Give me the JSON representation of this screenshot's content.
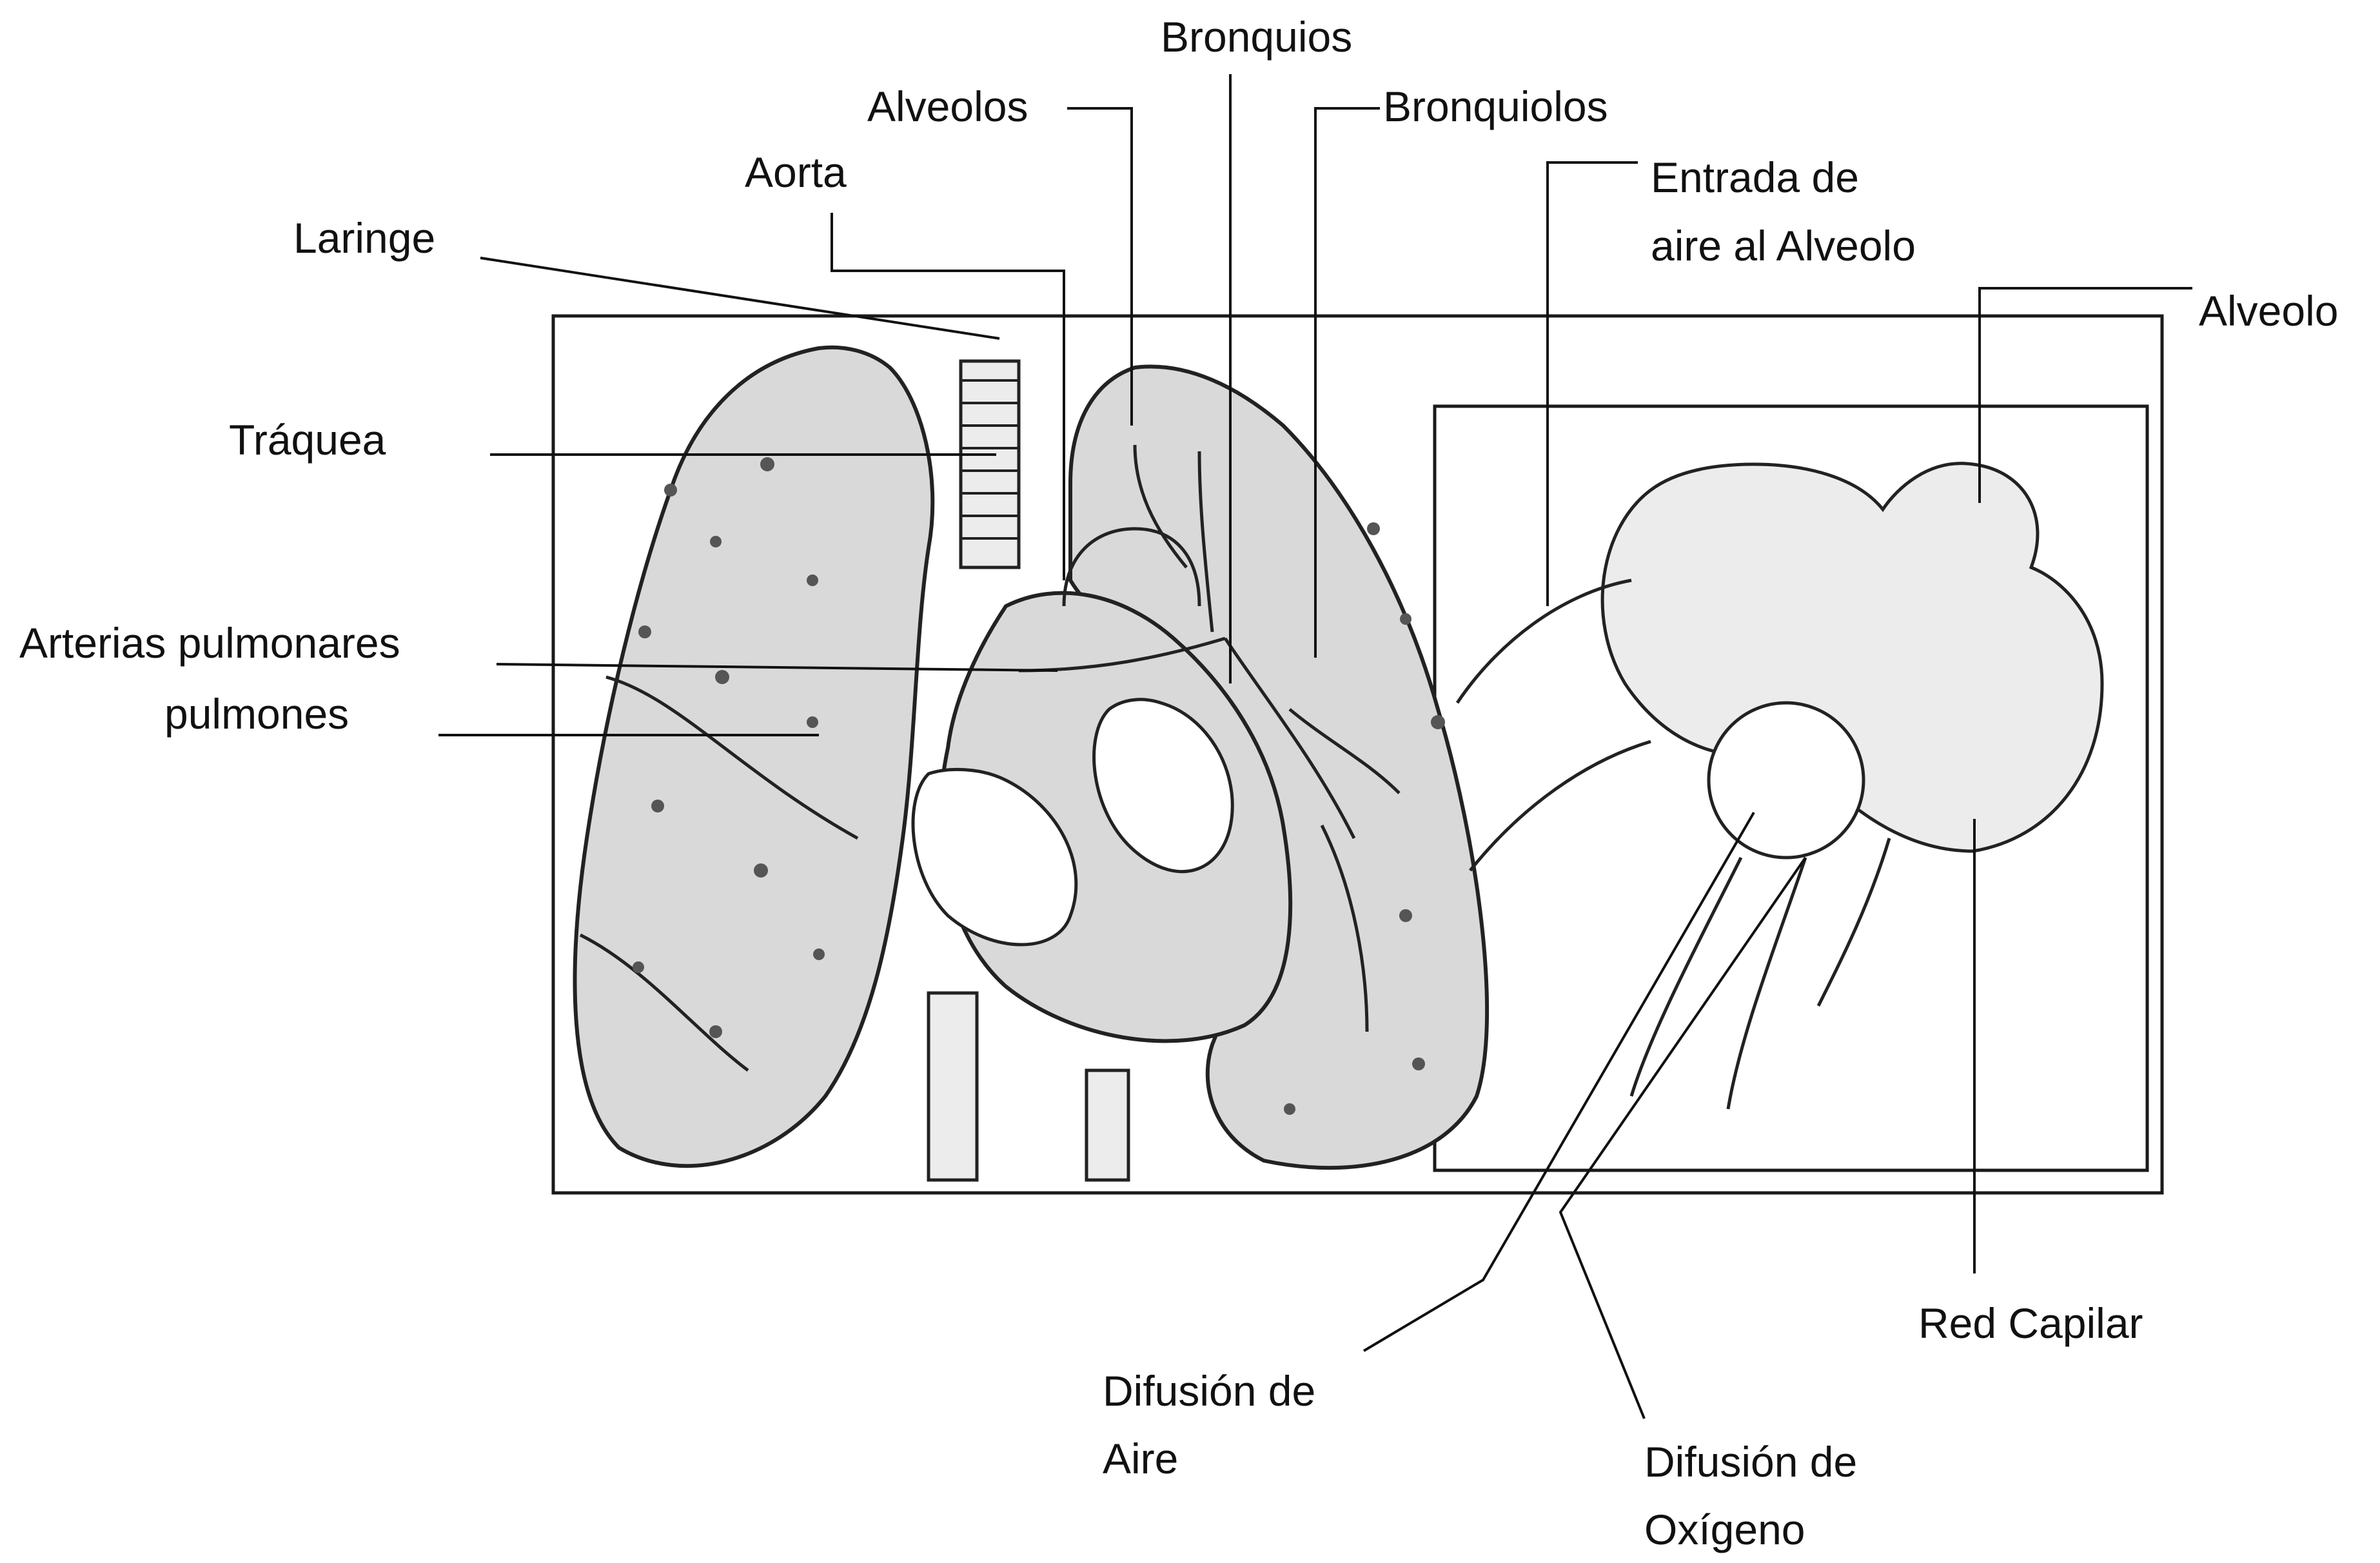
{
  "labels": {
    "bronquios": "Bronquios",
    "alveolos": "Alveolos",
    "bronquiolos": "Bronquiolos",
    "aorta": "Aorta",
    "entrada_line1": "Entrada de",
    "entrada_line2": "aire al Alveolo",
    "laringe": "Laringe",
    "alveolo": "Alveolo",
    "traquea": "Tráquea",
    "arterias": "Arterias pulmonares",
    "pulmones": "pulmones",
    "red_capilar": "Red Capilar",
    "difusion_aire_line1": "Difusión de",
    "difusion_aire_line2": "Aire",
    "difusion_oxigeno_line1": "Difusión de",
    "difusion_oxigeno_line2": "Oxígeno"
  },
  "colors": {
    "ink": "#111111",
    "tissue": "#d9d9d9",
    "background": "#ffffff"
  }
}
